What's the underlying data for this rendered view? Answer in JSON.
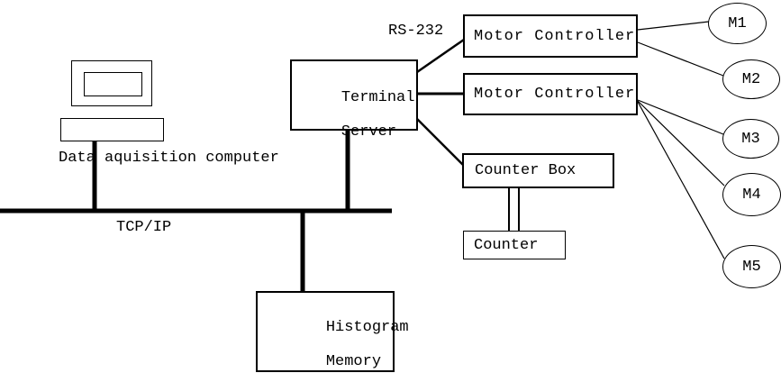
{
  "diagram": {
    "labels": {
      "computer": "Data aquisition computer",
      "bus": "TCP/IP",
      "serial": "RS-232"
    },
    "nodes": {
      "terminal_server": {
        "line1": "Terminal",
        "line2": "Server"
      },
      "motor_controller_1": {
        "label": "Motor Controller"
      },
      "motor_controller_2": {
        "label": "Motor Controller"
      },
      "counter_box": {
        "label": "Counter Box"
      },
      "counter": {
        "label": "Counter"
      },
      "histogram_memory": {
        "line1": "Histogram",
        "line2": "Memory"
      }
    },
    "motors": [
      {
        "label": "M1"
      },
      {
        "label": "M2"
      },
      {
        "label": "M3"
      },
      {
        "label": "M4"
      },
      {
        "label": "M5"
      }
    ],
    "colors": {
      "line": "#000000",
      "background": "#ffffff"
    }
  }
}
